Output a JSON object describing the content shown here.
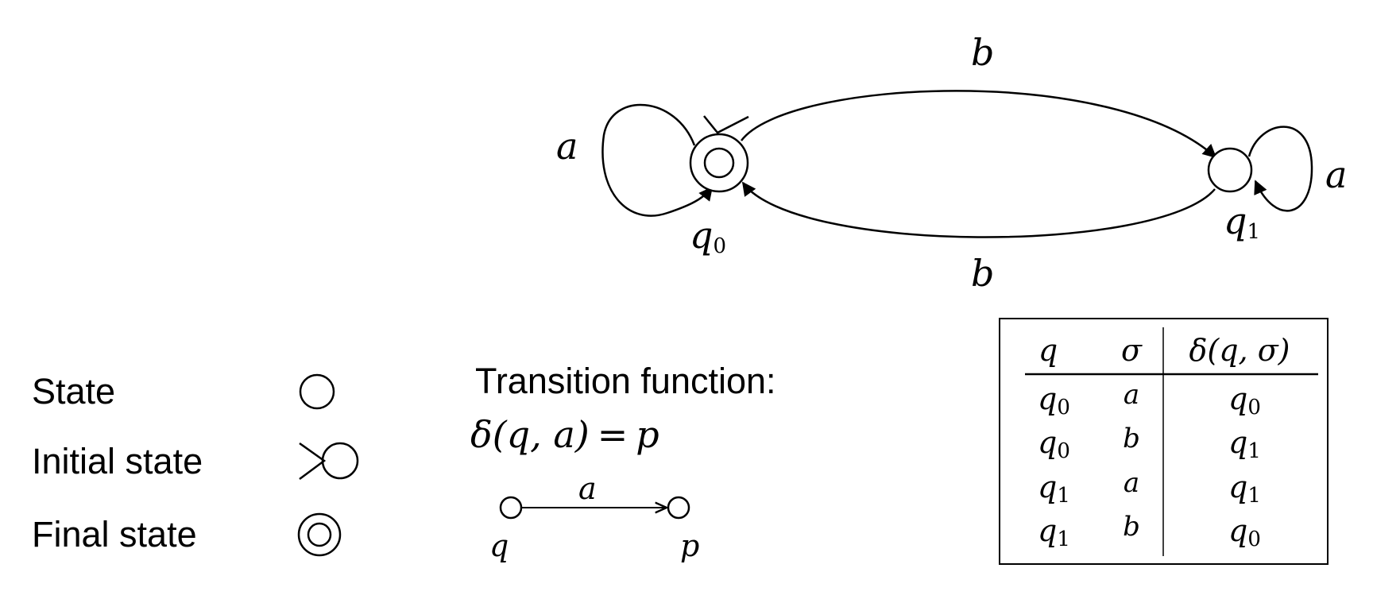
{
  "automaton": {
    "states": [
      {
        "name": "q",
        "sub": "0",
        "initial": true,
        "final": true
      },
      {
        "name": "q",
        "sub": "1",
        "initial": false,
        "final": false
      }
    ],
    "edges": [
      {
        "from": "q0",
        "to": "q0",
        "label": "a"
      },
      {
        "from": "q0",
        "to": "q1",
        "label": "b"
      },
      {
        "from": "q1",
        "to": "q1",
        "label": "a"
      },
      {
        "from": "q1",
        "to": "q0",
        "label": "b"
      }
    ]
  },
  "legend": {
    "state": "State",
    "initial": "Initial state",
    "final": "Final state"
  },
  "transition": {
    "title": "Transition function:",
    "formula_lhs": "δ(q, a)",
    "formula_eq": "=",
    "formula_rhs": "p",
    "example_label": "a",
    "example_from": "q",
    "example_to": "p"
  },
  "table": {
    "headers": [
      "q",
      "σ",
      "δ(q, σ)"
    ],
    "rows": [
      {
        "q": "q",
        "q_sub": "0",
        "sigma": "a",
        "d": "q",
        "d_sub": "0"
      },
      {
        "q": "q",
        "q_sub": "0",
        "sigma": "b",
        "d": "q",
        "d_sub": "1"
      },
      {
        "q": "q",
        "q_sub": "1",
        "sigma": "a",
        "d": "q",
        "d_sub": "1"
      },
      {
        "q": "q",
        "q_sub": "1",
        "sigma": "b",
        "d": "q",
        "d_sub": "0"
      }
    ]
  }
}
